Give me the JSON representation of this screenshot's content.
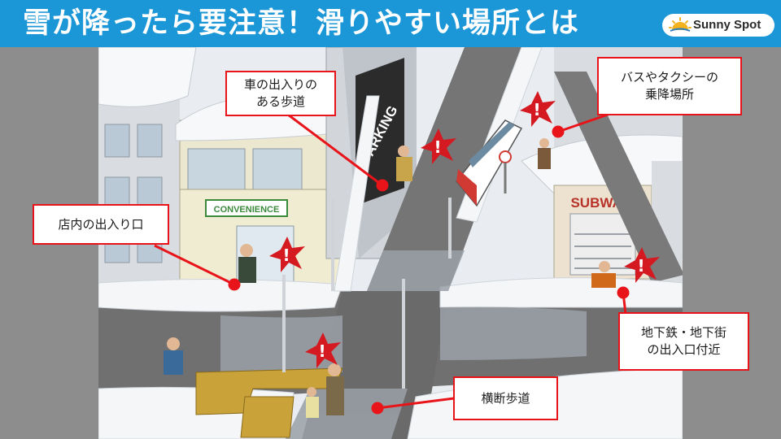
{
  "header": {
    "title": "雪が降ったら要注意！滑りやすい場所とは",
    "logo_text": "Sunny Spot"
  },
  "scene": {
    "signs": {
      "parking": "PARKING",
      "convenience": "CONVENIENCE",
      "subway": "SUBWAY"
    },
    "warning_mark": "!"
  },
  "callouts": [
    {
      "id": "driveway",
      "text": "車の出入りの\nある歩道"
    },
    {
      "id": "bus-taxi",
      "text": "バスやタクシーの\n乗降場所"
    },
    {
      "id": "store-entrance",
      "text": "店内の出入り口"
    },
    {
      "id": "subway-entrance",
      "text": "地下鉄・地下街\nの出入口付近"
    },
    {
      "id": "crosswalk",
      "text": "横断歩道"
    }
  ],
  "colors": {
    "header": "#1b96d6",
    "callout_border": "#e8141a",
    "leader_line": "#e8141a",
    "snow": "#f4f6f8",
    "road": "#6f6f6f",
    "tactile_paving": "#c9a23a"
  }
}
